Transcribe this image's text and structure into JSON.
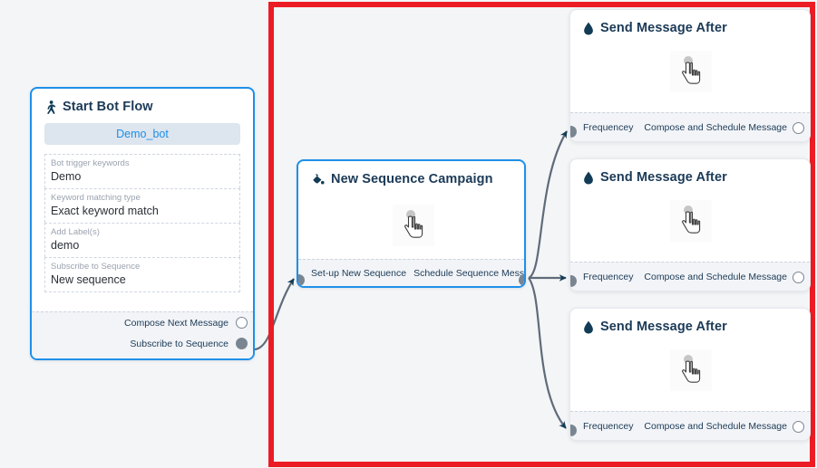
{
  "canvas": {
    "background_color": "#f4f5f7",
    "highlight_rect_color": "#ec1c24"
  },
  "nodes": {
    "start_bot_flow": {
      "title": "Start Bot Flow",
      "icon": "walking-person-icon",
      "bot_pill": "Demo_bot",
      "selected": true,
      "fields": [
        {
          "label": "Bot trigger keywords",
          "value": "Demo"
        },
        {
          "label": "Keyword matching type",
          "value": "Exact keyword match"
        },
        {
          "label": "Add Label(s)",
          "value": "demo"
        },
        {
          "label": "Subscribe to Sequence",
          "value": "New sequence"
        }
      ],
      "ports": [
        {
          "label": "Compose Next Message",
          "style": "hollow"
        },
        {
          "label": "Subscribe to Sequence",
          "style": "filled"
        }
      ]
    },
    "new_sequence_campaign": {
      "title": "New Sequence Campaign",
      "icon": "paint-bucket-icon",
      "selected": true,
      "body_icon": "hand-pointer-icon",
      "footer_labels": [
        "Set-up New Sequence",
        "Schedule Sequence Message"
      ],
      "input_port_style": "filled",
      "output_port_style": "filled"
    },
    "send_message_after": [
      {
        "title": "Send Message After",
        "icon": "water-drop-icon",
        "body_icon": "hand-pointer-icon",
        "input_label": "Frequencey",
        "output_label": "Compose and Schedule Message",
        "input_port_style": "filled",
        "output_port_style": "hollow"
      },
      {
        "title": "Send Message After",
        "icon": "water-drop-icon",
        "body_icon": "hand-pointer-icon",
        "input_label": "Frequencey",
        "output_label": "Compose and Schedule Message",
        "input_port_style": "filled",
        "output_port_style": "hollow"
      },
      {
        "title": "Send Message After",
        "icon": "water-drop-icon",
        "body_icon": "hand-pointer-icon",
        "input_label": "Frequencey",
        "output_label": "Compose and Schedule Message",
        "input_port_style": "filled",
        "output_port_style": "hollow"
      }
    ]
  },
  "colors": {
    "node_border_selected": "#1e90e8",
    "title_text": "#1b3a57",
    "pill_bg": "#dde5ee",
    "pill_text": "#1e90e8",
    "port_fill": "#7a8592",
    "edge_stroke": "#5f6b7a"
  }
}
